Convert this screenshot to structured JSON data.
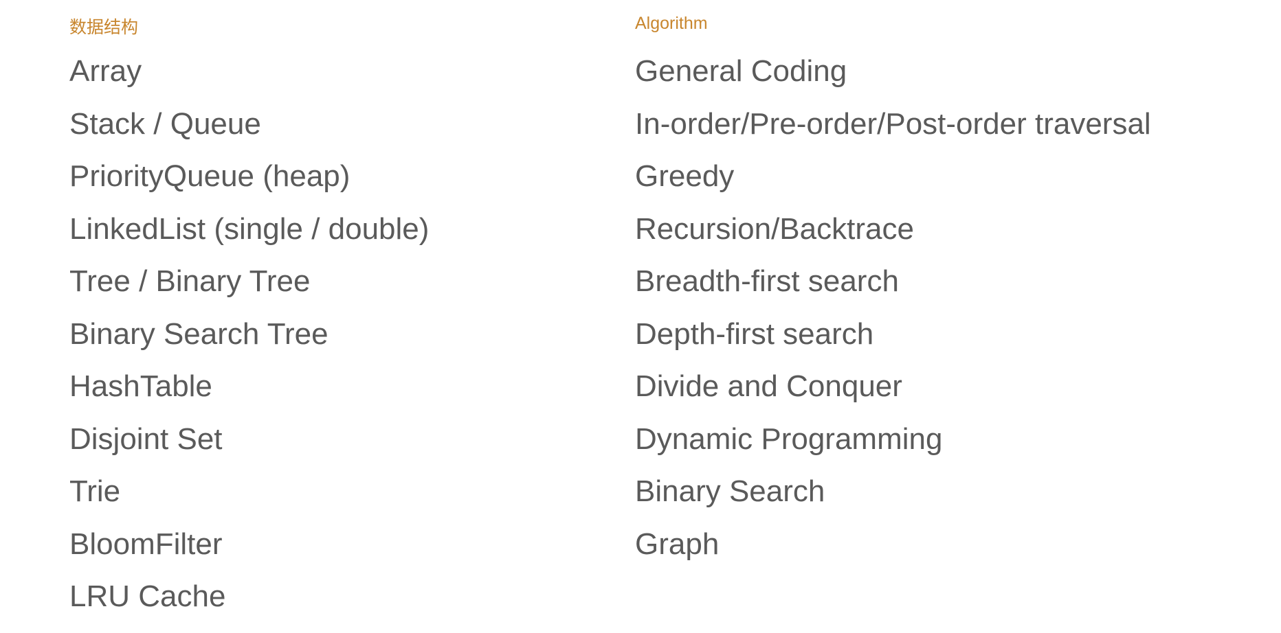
{
  "data_structures": {
    "heading": "数据结构",
    "items": [
      "Array",
      "Stack / Queue",
      "PriorityQueue (heap)",
      "LinkedList (single / double)",
      "Tree / Binary Tree",
      "Binary Search Tree",
      "HashTable",
      "Disjoint Set",
      "Trie",
      "BloomFilter",
      "LRU Cache"
    ]
  },
  "algorithms": {
    "heading": "Algorithm",
    "items": [
      "General Coding",
      "In-order/Pre-order/Post-order traversal",
      "Greedy",
      "Recursion/Backtrace",
      "Breadth-first search",
      "Depth-first search",
      "Divide and Conquer",
      "Dynamic Programming",
      "Binary Search",
      "Graph"
    ]
  },
  "colors": {
    "heading": "#c8862e",
    "text": "#5a5a5a"
  }
}
